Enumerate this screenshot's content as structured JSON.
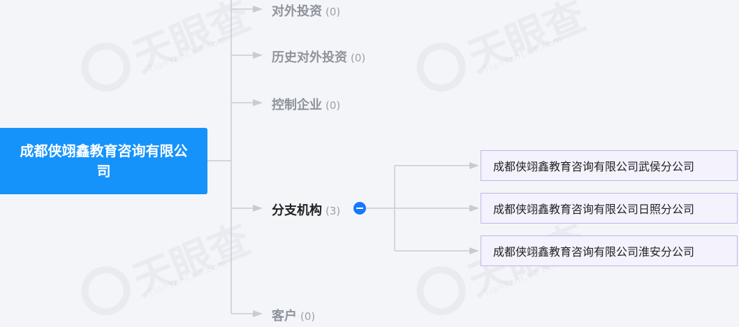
{
  "watermark": {
    "text": "天眼查",
    "sub": "TianYanCha.com"
  },
  "root": {
    "label": "成都侠翊鑫教育咨询有限公司"
  },
  "branches": [
    {
      "label": "对外投资",
      "count": "(0)"
    },
    {
      "label": "历史对外投资",
      "count": "(0)"
    },
    {
      "label": "控制企业",
      "count": "(0)"
    },
    {
      "label": "分支机构",
      "count": "(3)",
      "expanded": true
    },
    {
      "label": "客户",
      "count": "(0)"
    }
  ],
  "children": [
    {
      "label": "成都侠翊鑫教育咨询有限公司武侯分公司"
    },
    {
      "label": "成都侠翊鑫教育咨询有限公司日照分公司"
    },
    {
      "label": "成都侠翊鑫教育咨询有限公司淮安分公司"
    }
  ],
  "colors": {
    "root_bg": "#1693fb",
    "toggle": "#1677ff",
    "child_border": "#bdb6e8",
    "line": "#c8cbd2"
  }
}
